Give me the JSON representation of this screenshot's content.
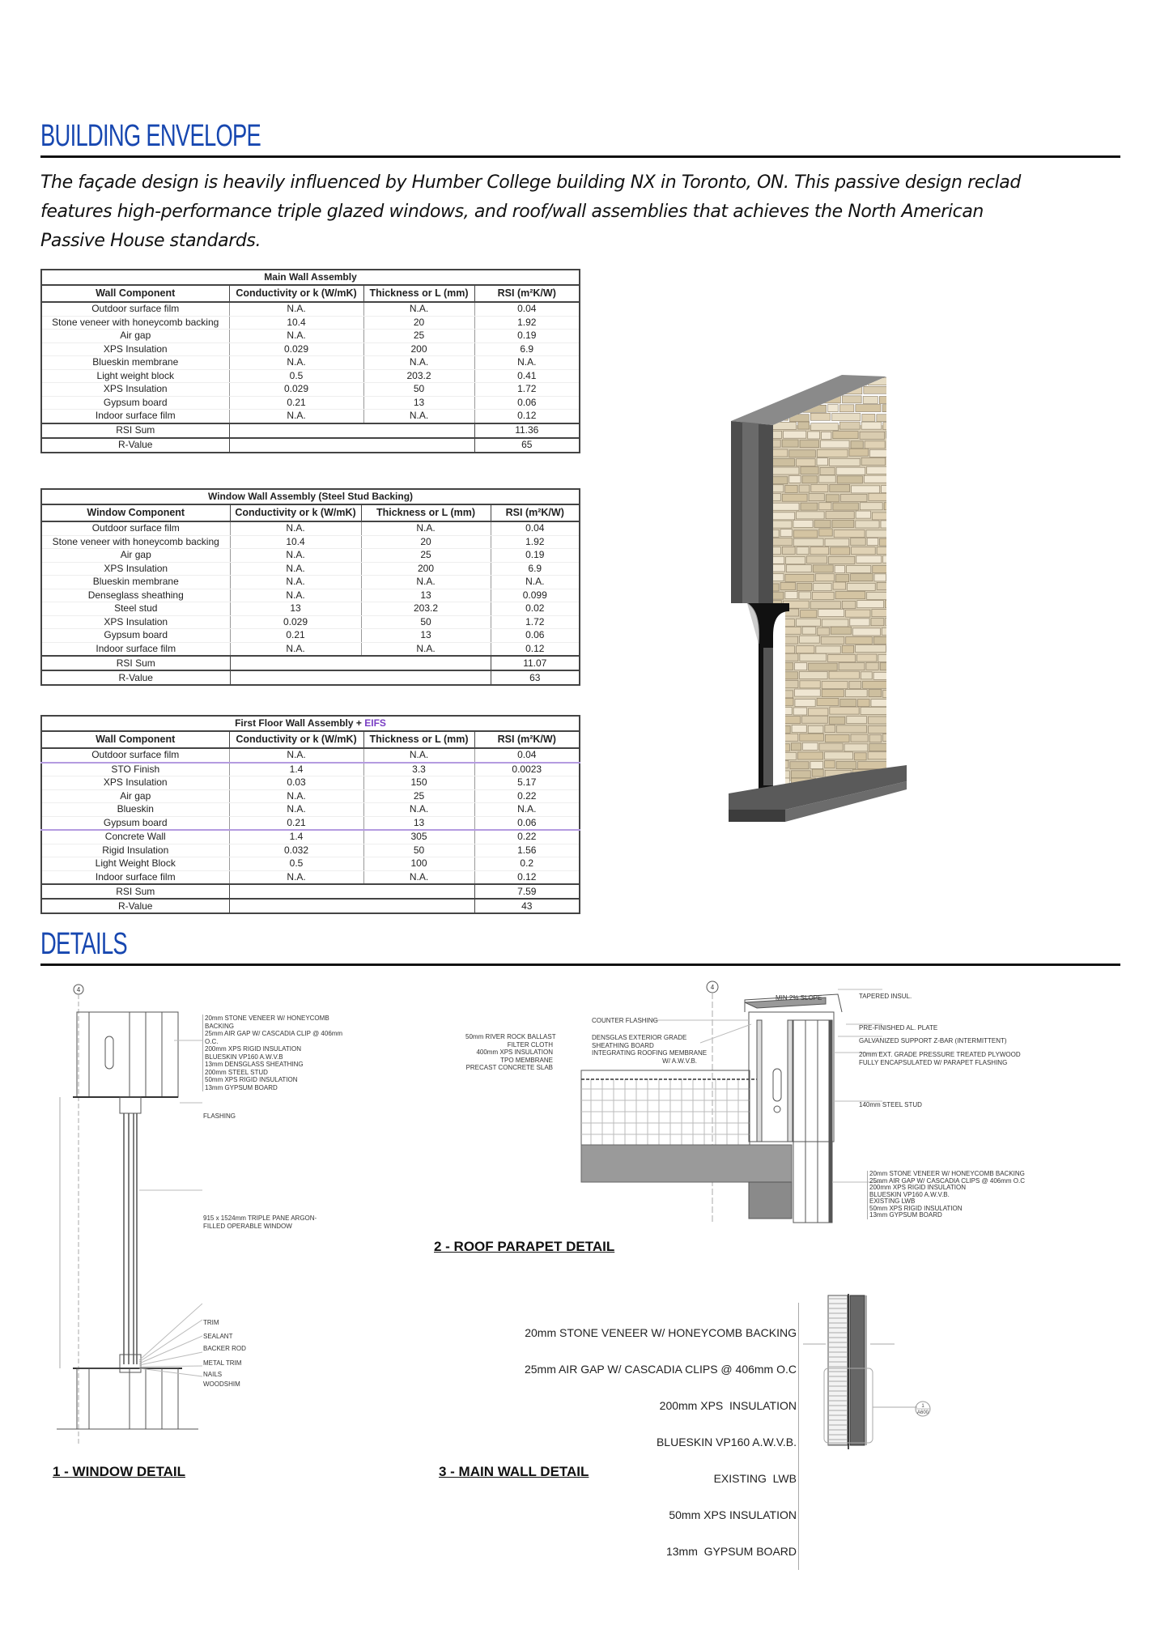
{
  "building_envelope": {
    "heading": "BUILDING ENVELOPE",
    "paragraph_lines": [
      "The façade design is heavily influenced by Humber College building NX in Toronto, ON. This passive design reclad",
      "features high-performance triple glazed windows, and roof/wall assemblies that achieves the North American",
      "Passive House standards."
    ]
  },
  "tables": [
    {
      "title": "Main Wall Assembly",
      "title_suffix": "",
      "headers": [
        "Wall Component",
        "Conductivity or k (W/mK)",
        "Thickness or L (mm)",
        "RSI (m²K/W)"
      ],
      "rows": [
        [
          "Outdoor surface film",
          "N.A.",
          "N.A.",
          "0.04"
        ],
        [
          "Stone veneer with honeycomb backing",
          "10.4",
          "20",
          "1.92"
        ],
        [
          "Air gap",
          "N.A.",
          "25",
          "0.19"
        ],
        [
          "XPS Insulation",
          "0.029",
          "200",
          "6.9"
        ],
        [
          "Blueskin membrane",
          "N.A.",
          "N.A.",
          "N.A."
        ],
        [
          "Light weight block",
          "0.5",
          "203.2",
          "0.41"
        ],
        [
          "XPS Insulation",
          "0.029",
          "50",
          "1.72"
        ],
        [
          "Gypsum board",
          "0.21",
          "13",
          "0.06"
        ],
        [
          "Indoor surface film",
          "N.A.",
          "N.A.",
          "0.12"
        ]
      ],
      "rsi_sum_label": "RSI Sum",
      "rsi_sum": "11.36",
      "r_value_label": "R-Value",
      "r_value": "65"
    },
    {
      "title": "Window Wall Assembly (Steel Stud Backing)",
      "title_suffix": "",
      "headers": [
        "Window Component",
        "Conductivity or k (W/mK)",
        "Thickness or L (mm)",
        "RSI (m²K/W)"
      ],
      "rows": [
        [
          "Outdoor surface film",
          "N.A.",
          "N.A.",
          "0.04"
        ],
        [
          "Stone veneer with honeycomb backing",
          "10.4",
          "20",
          "1.92"
        ],
        [
          "Air gap",
          "N.A.",
          "25",
          "0.19"
        ],
        [
          "XPS Insulation",
          "N.A.",
          "200",
          "6.9"
        ],
        [
          "Blueskin membrane",
          "N.A.",
          "N.A.",
          "N.A."
        ],
        [
          "Denseglass sheathing",
          "N.A.",
          "13",
          "0.099"
        ],
        [
          "Steel stud",
          "13",
          "203.2",
          "0.02"
        ],
        [
          "XPS Insulation",
          "0.029",
          "50",
          "1.72"
        ],
        [
          "Gypsum board",
          "0.21",
          "13",
          "0.06"
        ],
        [
          "Indoor surface film",
          "N.A.",
          "N.A.",
          "0.12"
        ]
      ],
      "rsi_sum_label": "RSI Sum",
      "rsi_sum": "11.07",
      "r_value_label": "R-Value",
      "r_value": "63"
    },
    {
      "title": "First Floor Wall Assembly + ",
      "title_suffix": "EIFS",
      "headers": [
        "Wall Component",
        "Conductivity or k (W/mK)",
        "Thickness or L (mm)",
        "RSI (m²K/W)"
      ],
      "rows": [
        [
          "Outdoor surface film",
          "N.A.",
          "N.A.",
          "0.04"
        ],
        [
          "STO Finish",
          "1.4",
          "3.3",
          "0.0023"
        ],
        [
          "XPS Insulation",
          "0.03",
          "150",
          "5.17"
        ],
        [
          "Air gap",
          "N.A.",
          "25",
          "0.22"
        ],
        [
          "Blueskin",
          "N.A.",
          "N.A.",
          "N.A."
        ],
        [
          "Gypsum board",
          "0.21",
          "13",
          "0.06"
        ],
        [
          "Concrete Wall",
          "1.4",
          "305",
          "0.22"
        ],
        [
          "Rigid Insulation",
          "0.032",
          "50",
          "1.56"
        ],
        [
          "Light Weight Block",
          "0.5",
          "100",
          "0.2"
        ],
        [
          "Indoor surface film",
          "N.A.",
          "N.A.",
          "0.12"
        ]
      ],
      "rsi_sum_label": "RSI Sum",
      "rsi_sum": "7.59",
      "r_value_label": "R-Value",
      "r_value": "43"
    }
  ],
  "details": {
    "heading": "DETAILS",
    "window": {
      "caption": "1 - WINDOW DETAIL",
      "grid_bubble": "4",
      "wall_labels": [
        "20mm STONE VENEER W/ HONEYCOMB",
        "BACKING",
        "25mm AIR GAP W/ CASCADIA CLIP @ 406mm",
        "O.C.",
        "200mm XPS RIGID INSULATION",
        "BLUESKIN VP160 A.W.V.B",
        "13mm DENSGLASS SHEATHING",
        "200mm STEEL STUD",
        "50mm XPS RIGID INSULATION",
        "13mm GYPSUM BOARD"
      ],
      "flashing": "FLASHING",
      "window_label": [
        "915 x 1524mm TRIPLE PANE ARGON-",
        "FILLED OPERABLE WINDOW"
      ],
      "sill_labels": [
        "TRIM",
        "SEALANT",
        "BACKER ROD",
        "METAL TRIM",
        "NAILS",
        "WOODSHIM"
      ]
    },
    "roof": {
      "caption": "2 - ROOF PARAPET DETAIL",
      "grid_bubble": "4",
      "roof_labels": [
        "50mm RIVER ROCK BALLAST",
        "FILTER CLOTH",
        "400mm XPS INSULATION",
        "TPO MEMBRANE",
        "PRECAST CONCRETE SLAB"
      ],
      "counter_flashing": "COUNTER FLASHING",
      "sheathing": [
        "DENSGLAS EXTERIOR GRADE",
        "SHEATHING BOARD",
        "INTEGRATING ROOFING MEMBRANE",
        "W/ A.W.V.B."
      ],
      "slope": "MIN 2% SLOPE",
      "tapered": "TAPERED INSUL.",
      "al_plate": "PRE-FINISHED AL. PLATE",
      "z_bar": "GALVANIZED SUPPORT Z-BAR (INTERMITTENT)",
      "plywood": [
        "20mm EXT. GRADE PRESSURE TREATED PLYWOOD",
        "FULLY ENCAPSULATED W/ PARAPET FLASHING"
      ],
      "steel_stud": "140mm STEEL STUD",
      "wall_labels": [
        "20mm STONE VENEER W/ HONEYCOMB BACKING",
        "25mm AIR GAP W/ CASCADIA CLIPS @ 406mm O.C",
        "200mm XPS RIGID INSULATION",
        "BLUESKIN VP160 A.W.V.B.",
        "EXISTING LWB",
        "50mm XPS RIGID INSULATION",
        "13mm GYPSUM BOARD"
      ]
    },
    "main_wall": {
      "caption": "3 - MAIN WALL DETAIL",
      "labels": [
        "20mm STONE VENEER W/ HONEYCOMB BACKING",
        "25mm AIR GAP W/ CASCADIA CLIPS @ 406mm O.C",
        "200mm XPS  INSULATION",
        "BLUESKIN VP160 A.W.V.B.",
        "EXISTING  LWB",
        "50mm XPS INSULATION",
        "13mm  GYPSUM BOARD"
      ],
      "ref_bubble_top": "1",
      "ref_bubble_bottom": "A600"
    }
  },
  "colors": {
    "heading": "#1747b0",
    "eifs": "#7a3fc4",
    "eifs_rule": "#b49be0"
  }
}
